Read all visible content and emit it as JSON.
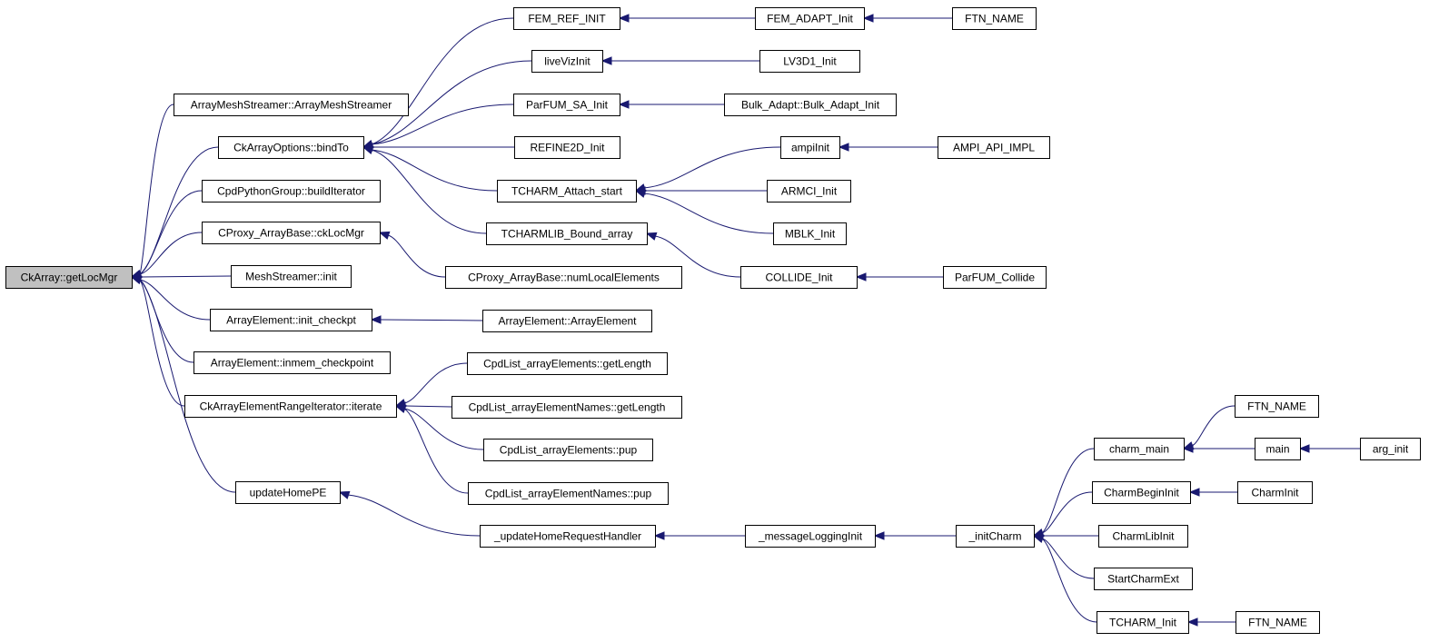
{
  "colors": {
    "edge": "#191970",
    "root_fill": "#c0c0c0",
    "node_fill": "#ffffff",
    "border": "#000000"
  },
  "nodes": [
    {
      "id": "getLocMgr",
      "label": "CkArray::getLocMgr",
      "root": true
    },
    {
      "id": "amsCtor",
      "label": "ArrayMeshStreamer::ArrayMeshStreamer"
    },
    {
      "id": "bindTo",
      "label": "CkArrayOptions::bindTo"
    },
    {
      "id": "buildIter",
      "label": "CpdPythonGroup::buildIterator"
    },
    {
      "id": "ckLocMgr",
      "label": "CProxy_ArrayBase::ckLocMgr"
    },
    {
      "id": "msInit",
      "label": "MeshStreamer::init"
    },
    {
      "id": "initCheckpt",
      "label": "ArrayElement::init_checkpt"
    },
    {
      "id": "inmemCkpt",
      "label": "ArrayElement::inmem_checkpoint"
    },
    {
      "id": "iterate",
      "label": "CkArrayElementRangeIterator::iterate"
    },
    {
      "id": "updHomePE",
      "label": "updateHomePE"
    },
    {
      "id": "femRef",
      "label": "FEM_REF_INIT"
    },
    {
      "id": "liveViz",
      "label": "liveVizInit"
    },
    {
      "id": "parfumSA",
      "label": "ParFUM_SA_Init"
    },
    {
      "id": "refine2d",
      "label": "REFINE2D_Init"
    },
    {
      "id": "tcAttach",
      "label": "TCHARM_Attach_start"
    },
    {
      "id": "tcBound",
      "label": "TCHARMLIB_Bound_array"
    },
    {
      "id": "numLocal",
      "label": "CProxy_ArrayBase::numLocalElements"
    },
    {
      "id": "aeCtor",
      "label": "ArrayElement::ArrayElement"
    },
    {
      "id": "cpdLenAE",
      "label": "CpdList_arrayElements::getLength"
    },
    {
      "id": "cpdLenAEN",
      "label": "CpdList_arrayElementNames::getLength"
    },
    {
      "id": "cpdPupAE",
      "label": "CpdList_arrayElements::pup"
    },
    {
      "id": "cpdPupAEN",
      "label": "CpdList_arrayElementNames::pup"
    },
    {
      "id": "updHomeReq",
      "label": "_updateHomeRequestHandler"
    },
    {
      "id": "femAdapt",
      "label": "FEM_ADAPT_Init"
    },
    {
      "id": "lv3d1",
      "label": "LV3D1_Init"
    },
    {
      "id": "bulkAdapt",
      "label": "Bulk_Adapt::Bulk_Adapt_Init"
    },
    {
      "id": "ampiInit",
      "label": "ampiInit"
    },
    {
      "id": "armci",
      "label": "ARMCI_Init"
    },
    {
      "id": "mblk",
      "label": "MBLK_Init"
    },
    {
      "id": "collide",
      "label": "COLLIDE_Init"
    },
    {
      "id": "msgLog",
      "label": "_messageLoggingInit"
    },
    {
      "id": "ftn1",
      "label": "FTN_NAME"
    },
    {
      "id": "ampiApi",
      "label": "AMPI_API_IMPL"
    },
    {
      "id": "parfumCollide",
      "label": "ParFUM_Collide"
    },
    {
      "id": "initCharm",
      "label": "_initCharm"
    },
    {
      "id": "charmMain",
      "label": "charm_main"
    },
    {
      "id": "charmBegin",
      "label": "CharmBeginInit"
    },
    {
      "id": "charmLib",
      "label": "CharmLibInit"
    },
    {
      "id": "startExt",
      "label": "StartCharmExt"
    },
    {
      "id": "tcInit",
      "label": "TCHARM_Init"
    },
    {
      "id": "ftn2",
      "label": "FTN_NAME"
    },
    {
      "id": "mainFn",
      "label": "main"
    },
    {
      "id": "charmInit",
      "label": "CharmInit"
    },
    {
      "id": "ftn3",
      "label": "FTN_NAME"
    },
    {
      "id": "argInit",
      "label": "arg_init"
    }
  ],
  "edges": [
    [
      "getLocMgr",
      "amsCtor"
    ],
    [
      "getLocMgr",
      "bindTo"
    ],
    [
      "getLocMgr",
      "buildIter"
    ],
    [
      "getLocMgr",
      "ckLocMgr"
    ],
    [
      "getLocMgr",
      "msInit"
    ],
    [
      "getLocMgr",
      "initCheckpt"
    ],
    [
      "getLocMgr",
      "inmemCkpt"
    ],
    [
      "getLocMgr",
      "iterate"
    ],
    [
      "getLocMgr",
      "updHomePE"
    ],
    [
      "bindTo",
      "femRef"
    ],
    [
      "bindTo",
      "liveViz"
    ],
    [
      "bindTo",
      "parfumSA"
    ],
    [
      "bindTo",
      "refine2d"
    ],
    [
      "bindTo",
      "tcAttach"
    ],
    [
      "bindTo",
      "tcBound"
    ],
    [
      "ckLocMgr",
      "numLocal"
    ],
    [
      "initCheckpt",
      "aeCtor"
    ],
    [
      "iterate",
      "cpdLenAE"
    ],
    [
      "iterate",
      "cpdLenAEN"
    ],
    [
      "iterate",
      "cpdPupAE"
    ],
    [
      "iterate",
      "cpdPupAEN"
    ],
    [
      "updHomePE",
      "updHomeReq"
    ],
    [
      "femRef",
      "femAdapt"
    ],
    [
      "liveViz",
      "lv3d1"
    ],
    [
      "parfumSA",
      "bulkAdapt"
    ],
    [
      "tcAttach",
      "ampiInit"
    ],
    [
      "tcAttach",
      "armci"
    ],
    [
      "tcAttach",
      "mblk"
    ],
    [
      "tcBound",
      "collide"
    ],
    [
      "updHomeReq",
      "msgLog"
    ],
    [
      "femAdapt",
      "ftn1"
    ],
    [
      "ampiInit",
      "ampiApi"
    ],
    [
      "collide",
      "parfumCollide"
    ],
    [
      "msgLog",
      "initCharm"
    ],
    [
      "initCharm",
      "charmMain"
    ],
    [
      "initCharm",
      "charmBegin"
    ],
    [
      "initCharm",
      "charmLib"
    ],
    [
      "initCharm",
      "startExt"
    ],
    [
      "initCharm",
      "tcInit"
    ],
    [
      "charmMain",
      "ftn2"
    ],
    [
      "charmMain",
      "mainFn"
    ],
    [
      "mainFn",
      "argInit"
    ],
    [
      "charmBegin",
      "charmInit"
    ],
    [
      "tcInit",
      "ftn3"
    ]
  ]
}
